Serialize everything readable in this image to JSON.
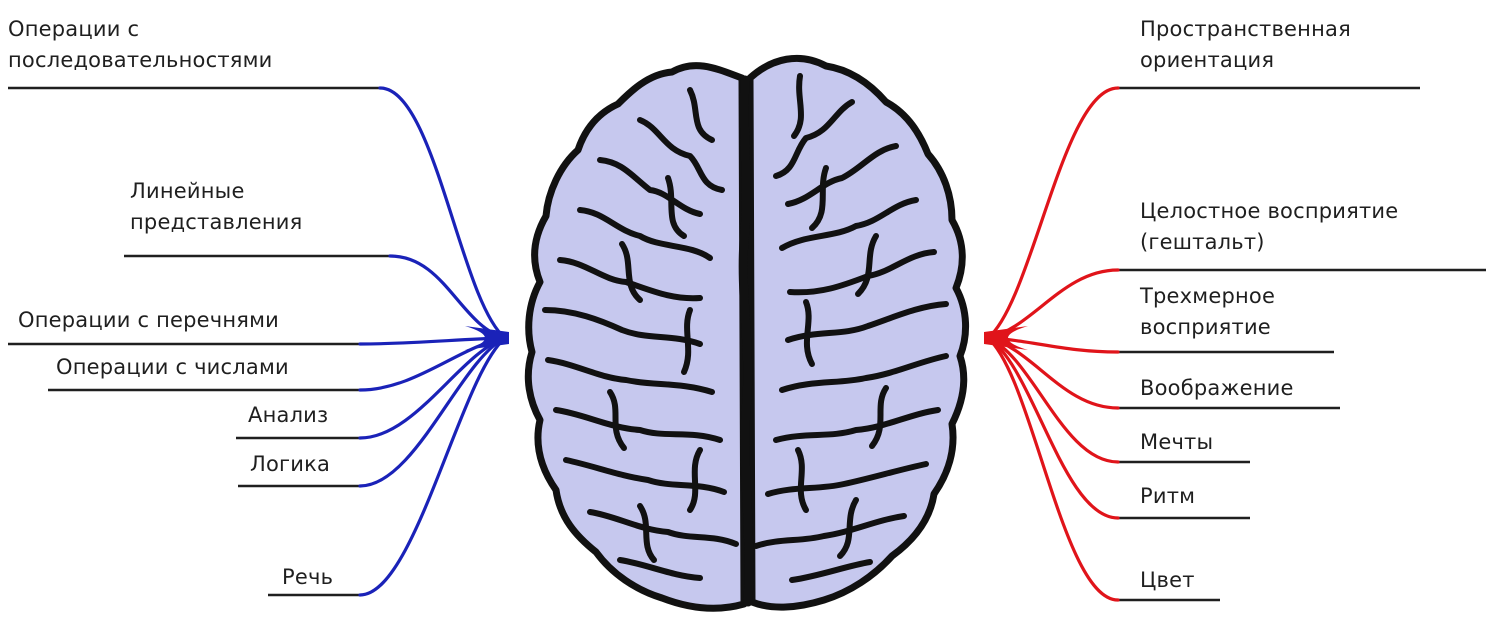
{
  "left_hemisphere": {
    "color": "#1a22b8",
    "labels": [
      {
        "lines": [
          "Операции с",
          "последовательностями"
        ]
      },
      {
        "lines": [
          "Линейные",
          "представления"
        ]
      },
      {
        "lines": [
          "Операции с перечнями"
        ]
      },
      {
        "lines": [
          "Операции с числами"
        ]
      },
      {
        "lines": [
          "Анализ"
        ]
      },
      {
        "lines": [
          "Логика"
        ]
      },
      {
        "lines": [
          "Речь"
        ]
      }
    ]
  },
  "right_hemisphere": {
    "color": "#e0141a",
    "labels": [
      {
        "lines": [
          "Пространственная",
          "ориентация"
        ]
      },
      {
        "lines": [
          "Целостное восприятие",
          "(гештальт)"
        ]
      },
      {
        "lines": [
          "Трехмерное",
          "восприятие"
        ]
      },
      {
        "lines": [
          "Воображение"
        ]
      },
      {
        "lines": [
          "Мечты"
        ]
      },
      {
        "lines": [
          "Ритм"
        ]
      },
      {
        "lines": [
          "Цвет"
        ]
      }
    ]
  },
  "brain": {
    "fill": "#c6c8ee",
    "outline": "#111111"
  }
}
